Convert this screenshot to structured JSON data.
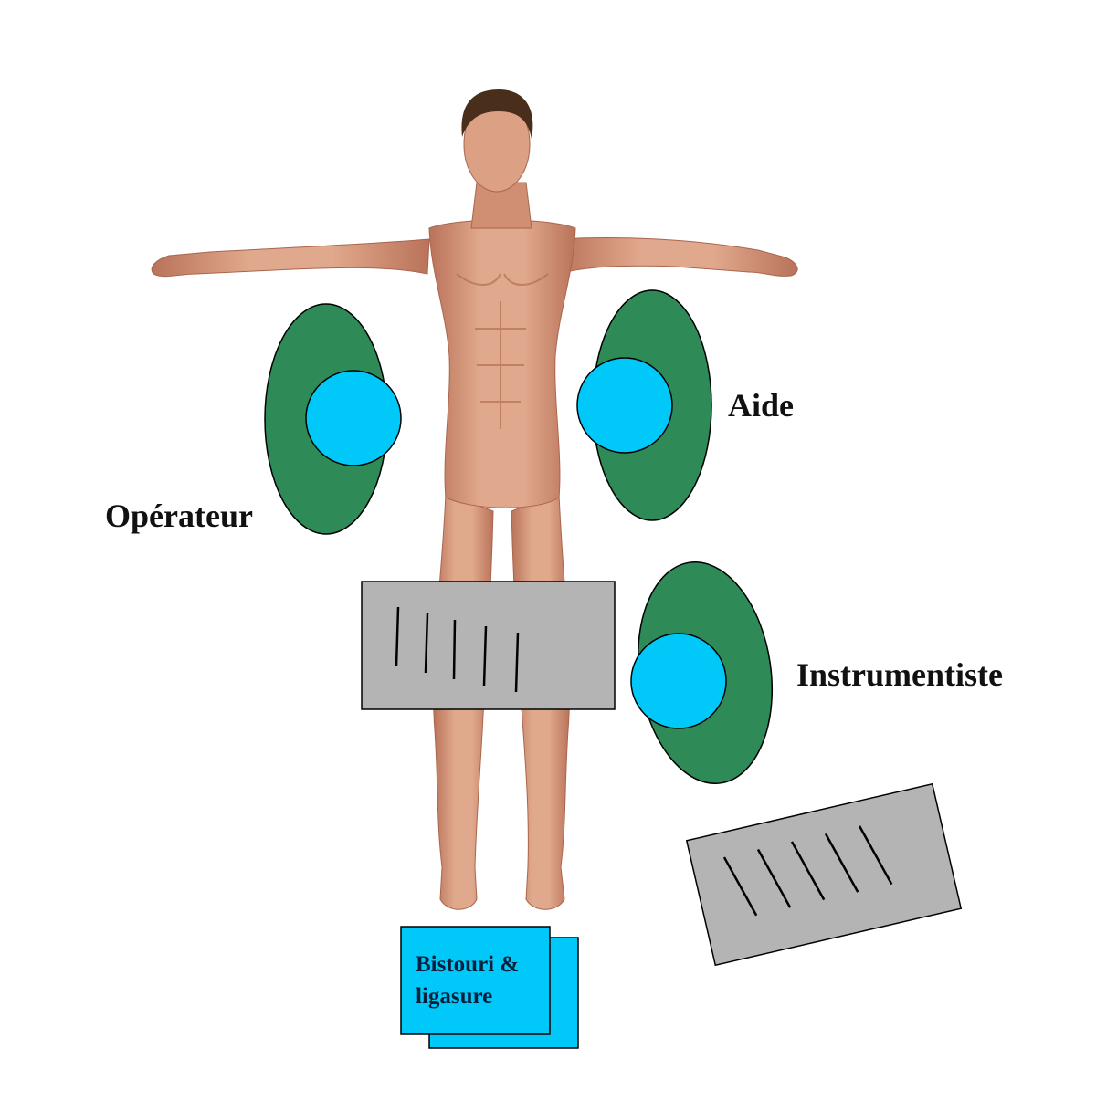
{
  "labels": {
    "operateur": "Opérateur",
    "aide": "Aide",
    "instrumentiste": "Instrumentiste",
    "box_line1": "Bistouri &",
    "box_line2": "ligasure"
  },
  "colors": {
    "background": "#ffffff",
    "staff_body": "#2e8b57",
    "staff_head": "#00c8f8",
    "table": "#b4b4b4",
    "instrument_box": "#00c8f8",
    "skin": "#d89a7e",
    "skin_shadow": "#b9735a",
    "hair": "#4a2e1c",
    "outline": "#000000"
  }
}
